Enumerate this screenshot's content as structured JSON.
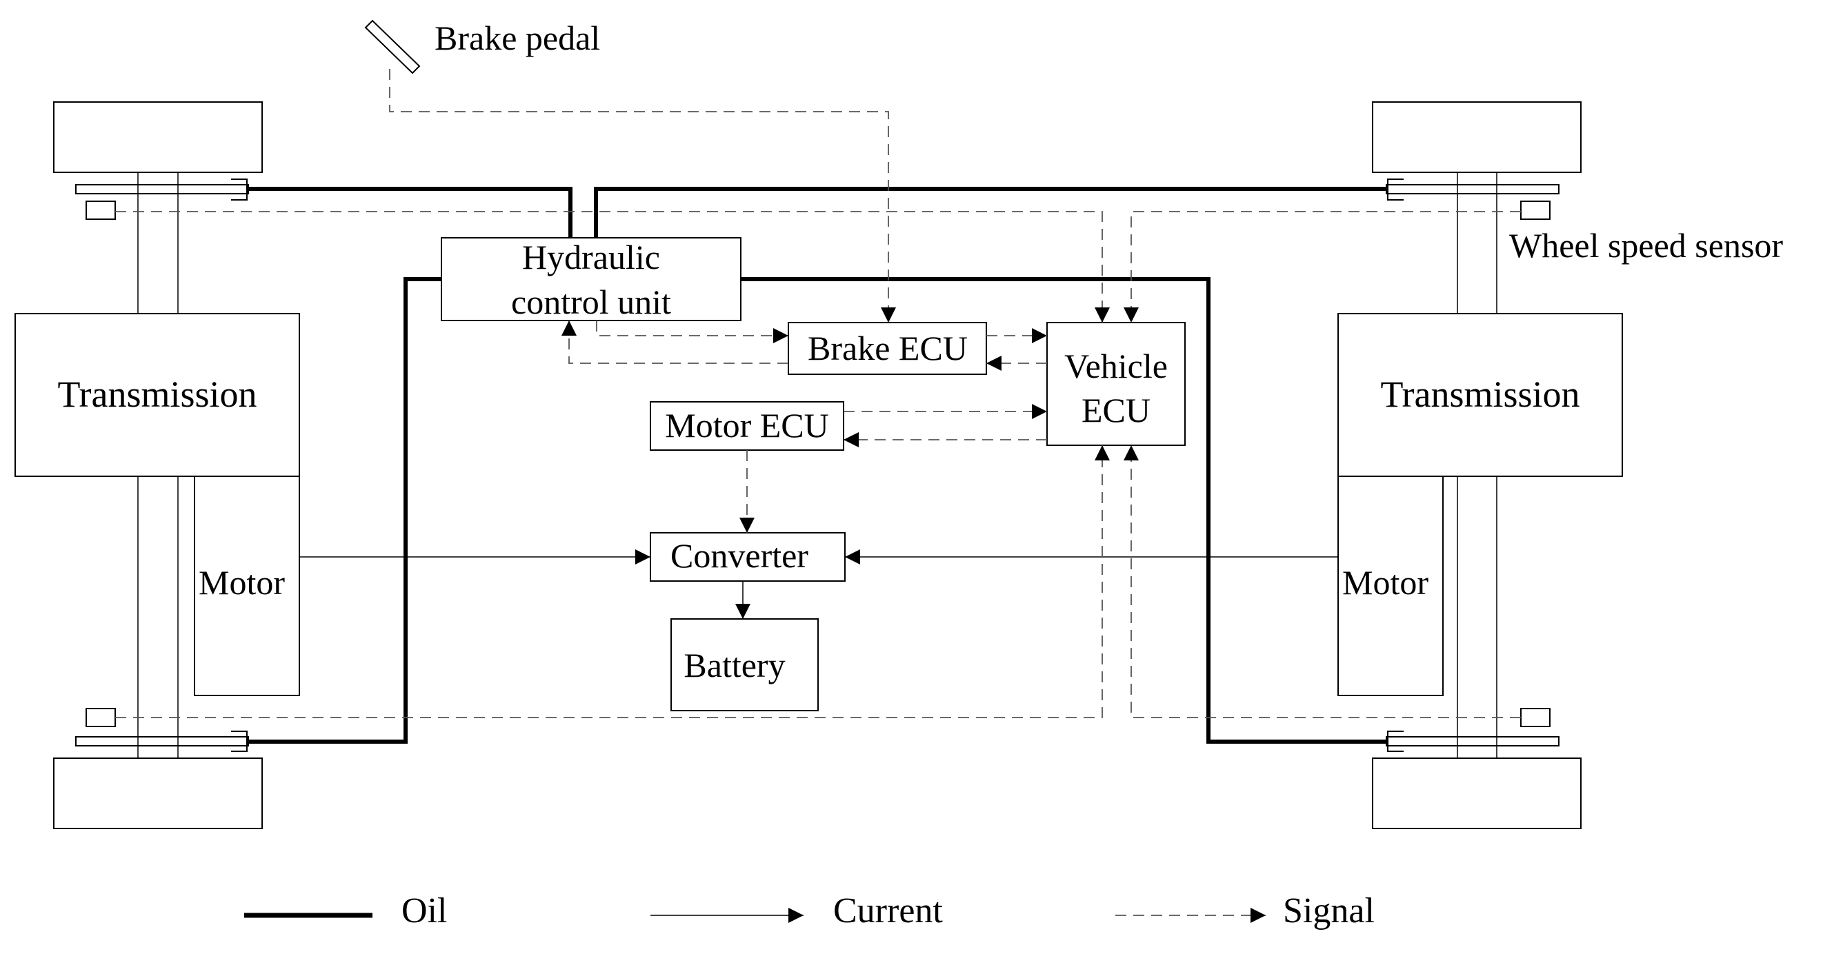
{
  "labels": {
    "brake_pedal": "Brake pedal",
    "wheel_speed_sensor": "Wheel speed sensor",
    "hydraulic_line1": "Hydraulic",
    "hydraulic_line2": "control unit",
    "brake_ecu": "Brake ECU",
    "vehicle_ecu_line1": "Vehicle",
    "vehicle_ecu_line2": "ECU",
    "motor_ecu": "Motor ECU",
    "converter": "Converter",
    "battery": "Battery",
    "transmission_left": "Transmission",
    "transmission_right": "Transmission",
    "motor_left": "Motor",
    "motor_right": "Motor"
  },
  "legend": {
    "oil": "Oil",
    "current": "Current",
    "signal": "Signal"
  },
  "colors": {
    "line": "#000000",
    "signal": "#555555",
    "background": "#ffffff"
  }
}
